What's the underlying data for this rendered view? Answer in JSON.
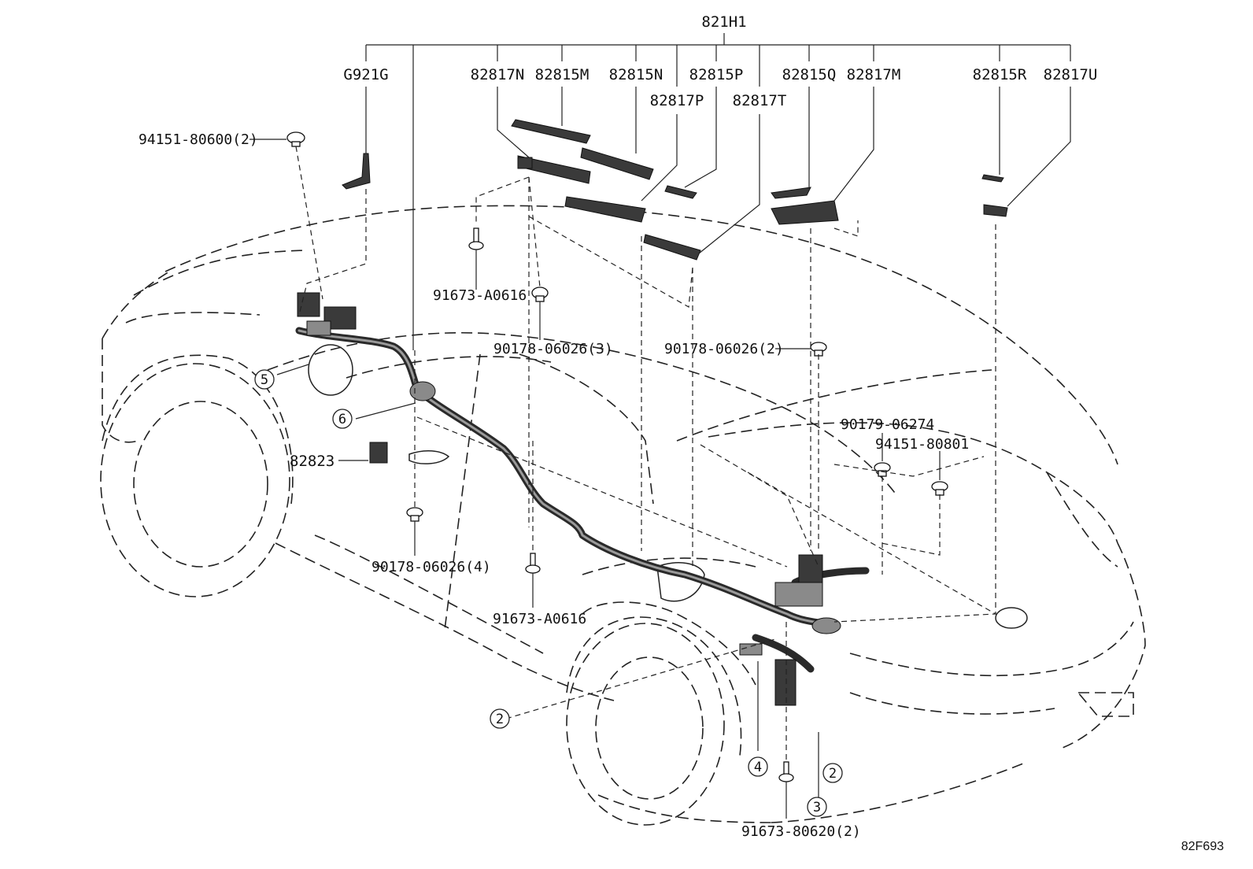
{
  "diagram": {
    "main_label": "821H1",
    "bracket_labels": [
      "G921G",
      "82817N",
      "82815M",
      "82815N",
      "82815P",
      "82815Q",
      "82817M",
      "82815R",
      "82817U"
    ],
    "sub_labels": [
      "82817P",
      "82817T"
    ],
    "fastener_labels": {
      "a": "94151-80600(2)",
      "b": "91673-A0616",
      "c": "90178-06026(3)",
      "d": "90178-06026(2)",
      "e": "82823",
      "f": "90179-06274",
      "g": "94151-80801",
      "h": "90178-06026(4)",
      "i": "91673-A0616",
      "j": "91673-80620(2)"
    },
    "callouts": {
      "c5": "5",
      "c6": "6",
      "c2a": "2",
      "c4": "4",
      "c2b": "2",
      "c3": "3"
    },
    "figure_code": "82F693"
  }
}
